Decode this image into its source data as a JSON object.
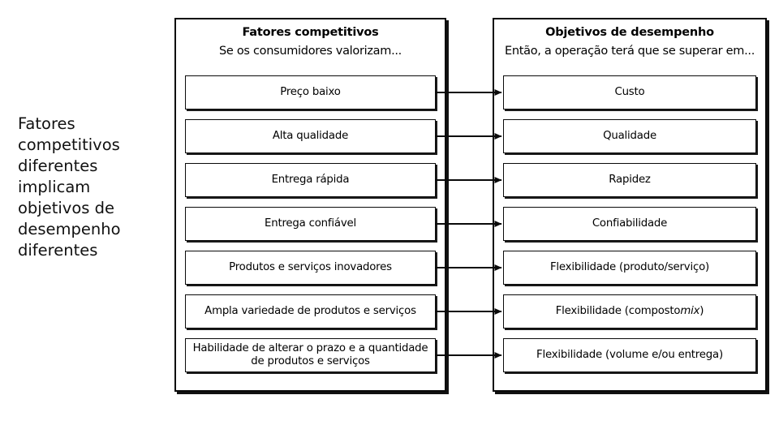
{
  "caption": "Fatores competitivos diferentes implicam objetivos de desempenho diferentes",
  "left_panel": {
    "title": "Fatores competitivos",
    "subtitle": "Se os consumidores valorizam...",
    "items": [
      "Preço baixo",
      "Alta qualidade",
      "Entrega rápida",
      "Entrega confiável",
      "Produtos e serviços inovadores",
      "Ampla variedade de produtos e serviços",
      "Habilidade de alterar o prazo e a quantidade de produtos e serviços"
    ]
  },
  "right_panel": {
    "title": "Objetivos de desempenho",
    "subtitle": "Então, a operação terá que se superar em...",
    "items": [
      "Custo",
      "Qualidade",
      "Rapidez",
      "Confiabilidade",
      "Flexibilidade (produto/serviço)",
      "Flexibilidade (composto mix)",
      "Flexibilidade (volume e/ou entrega)"
    ],
    "italic_words": [
      "mix"
    ]
  },
  "connectors": {
    "count": 7,
    "style": "single-headed-arrow",
    "direction": "left-to-right"
  },
  "colors": {
    "ink": "#0a0a0a",
    "paper": "#ffffff"
  }
}
